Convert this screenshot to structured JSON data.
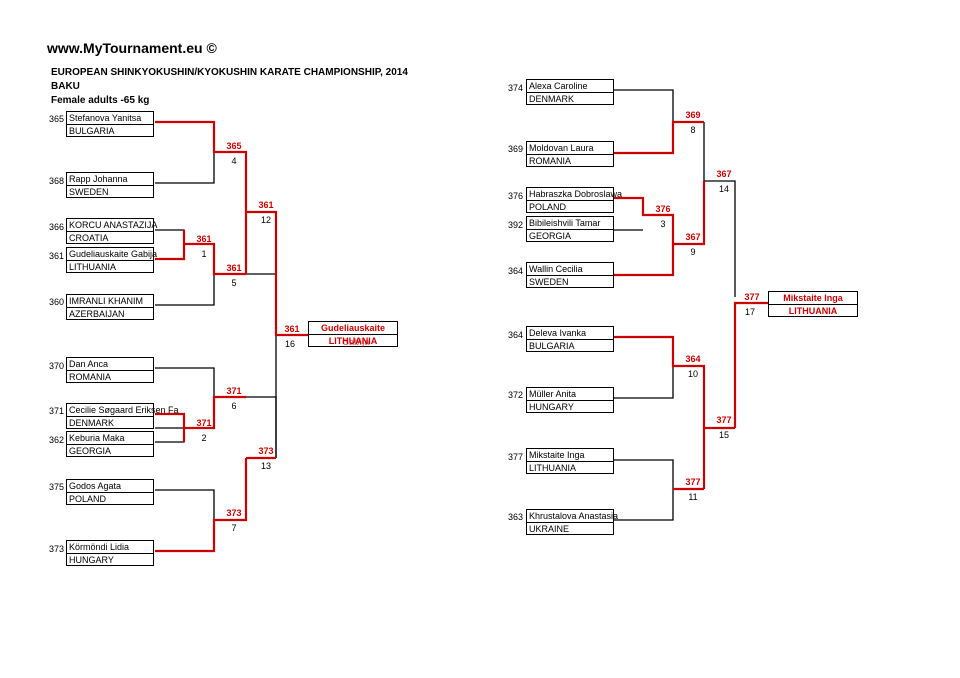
{
  "header": {
    "site": "www.MyTournament.eu ©",
    "title": "EUROPEAN SHINKYOKUSHIN/KYOKUSHIN KARATE CHAMPIONSHIP, 2014",
    "city": "BAKU",
    "category": "Female adults -65 kg"
  },
  "left": {
    "competitors": [
      {
        "seed": "365",
        "name": "Stefanova Yanitsa",
        "country": "BULGARIA"
      },
      {
        "seed": "368",
        "name": "Rapp Johanna",
        "country": "SWEDEN"
      },
      {
        "seed": "366",
        "name": "KORCU ANASTAZIJA",
        "country": "CROATIA"
      },
      {
        "seed": "361",
        "name": "Gudeliauskaite Gabija",
        "country": "LITHUANIA"
      },
      {
        "seed": "360",
        "name": "IMRANLI KHANIM",
        "country": "AZERBAIJAN"
      },
      {
        "seed": "370",
        "name": "Dan Anca",
        "country": "ROMANIA"
      },
      {
        "seed": "371",
        "name": "Cecilie Søgaard Eriksen Fa",
        "country": "DENMARK"
      },
      {
        "seed": "362",
        "name": "Keburia Maka",
        "country": "GEORGIA"
      },
      {
        "seed": "375",
        "name": "Godos Agata",
        "country": "POLAND"
      },
      {
        "seed": "373",
        "name": "Körmöndi Lidia",
        "country": "HUNGARY"
      }
    ],
    "matches": [
      {
        "winner": "365",
        "number": "4"
      },
      {
        "winner": "361",
        "number": "1"
      },
      {
        "winner": "361",
        "number": "5"
      },
      {
        "winner": "361",
        "number": "12"
      },
      {
        "winner": "371",
        "number": "6"
      },
      {
        "winner": "371",
        "number": "2"
      },
      {
        "winner": "373",
        "number": "7"
      },
      {
        "winner": "373",
        "number": "13"
      },
      {
        "winner": "361",
        "number": "16"
      }
    ],
    "final": {
      "name": "Gudeliauskaite",
      "country": "LITHUANIA",
      "overlap": "Gabija"
    }
  },
  "right": {
    "competitors": [
      {
        "seed": "374",
        "name": "Alexa Caroline",
        "country": "DENMARK"
      },
      {
        "seed": "369",
        "name": "Moldovan Laura",
        "country": "ROMANIA"
      },
      {
        "seed": "376",
        "name": "Habraszka Dobroslawa",
        "country": "POLAND"
      },
      {
        "seed": "392",
        "name": "Bibileishvili Tamar",
        "country": "GEORGIA"
      },
      {
        "seed": "364",
        "name": "Wallin Cecilia",
        "country": "SWEDEN"
      },
      {
        "seed": "364",
        "name": "Deleva Ivanka",
        "country": "BULGARIA"
      },
      {
        "seed": "372",
        "name": "Müller Anita",
        "country": "HUNGARY"
      },
      {
        "seed": "377",
        "name": "Mikstaite Inga",
        "country": "LITHUANIA"
      },
      {
        "seed": "363",
        "name": "Khrustalova Anastasia",
        "country": "UKRAINE"
      }
    ],
    "matches": [
      {
        "winner": "369",
        "number": "8"
      },
      {
        "winner": "376",
        "number": "3"
      },
      {
        "winner": "367",
        "number": "9"
      },
      {
        "winner": "367",
        "number": "14"
      },
      {
        "winner": "364",
        "number": "10"
      },
      {
        "winner": "377",
        "number": "11"
      },
      {
        "winner": "377",
        "number": "15"
      },
      {
        "winner": "377",
        "number": "17"
      }
    ],
    "final": {
      "name": "Mikstaite Inga",
      "country": "LITHUANIA"
    }
  },
  "colors": {
    "winner": "#cc0000",
    "line": "#000000"
  }
}
